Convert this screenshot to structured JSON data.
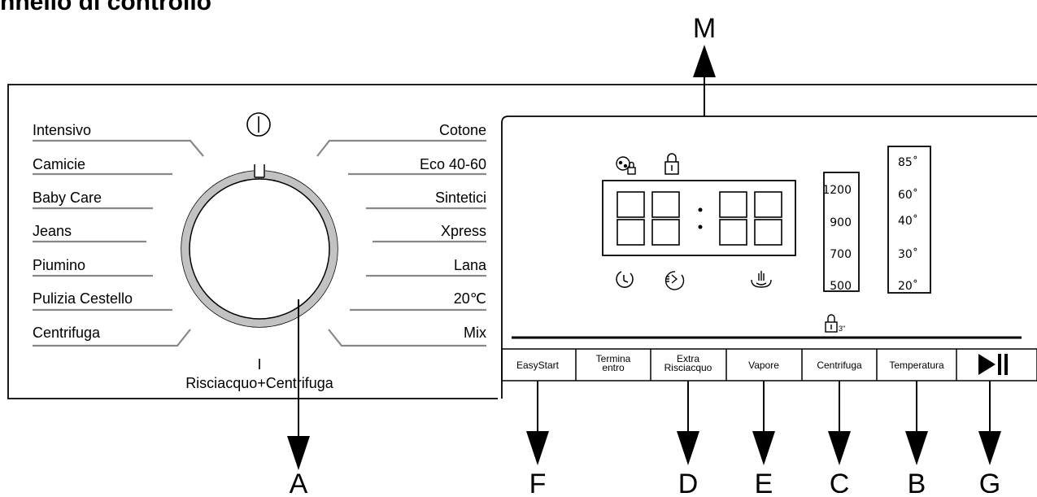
{
  "title": "nnello di controllo",
  "selector": {
    "left_programs": [
      "Intensivo",
      "Camicie",
      "Baby Care",
      "Jeans",
      "Piumino",
      "Pulizia Cestello",
      "Centrifuga"
    ],
    "right_programs": [
      "Cotone",
      "Eco 40-60",
      "Sintetici",
      "Xpress",
      "Lana",
      "20℃",
      "Mix"
    ],
    "bottom_mark": "I",
    "bottom_label": "Risciacquo+Centrifuga",
    "power_icon": "power-icon"
  },
  "display": {
    "digits": [
      "8",
      "8",
      "8",
      "8"
    ],
    "separator": ":",
    "spin_speeds": [
      "1200",
      "900",
      "700",
      "500"
    ],
    "temperatures": [
      "85˚",
      "60˚",
      "40˚",
      "30˚",
      "20˚"
    ],
    "door_lock_delay_label": "3\"",
    "icons": [
      "child-lock-icon",
      "door-lock-icon",
      "delay-timer-icon",
      "extra-rinse-icon",
      "steam-icon"
    ]
  },
  "buttons": [
    "EasyStart",
    "Termina entro",
    "Extra Risciacquo",
    "Vapore",
    "Centrifuga",
    "Temperatura",
    "▶II"
  ],
  "callouts": [
    "M",
    "A",
    "F",
    "D",
    "E",
    "C",
    "B",
    "G"
  ]
}
